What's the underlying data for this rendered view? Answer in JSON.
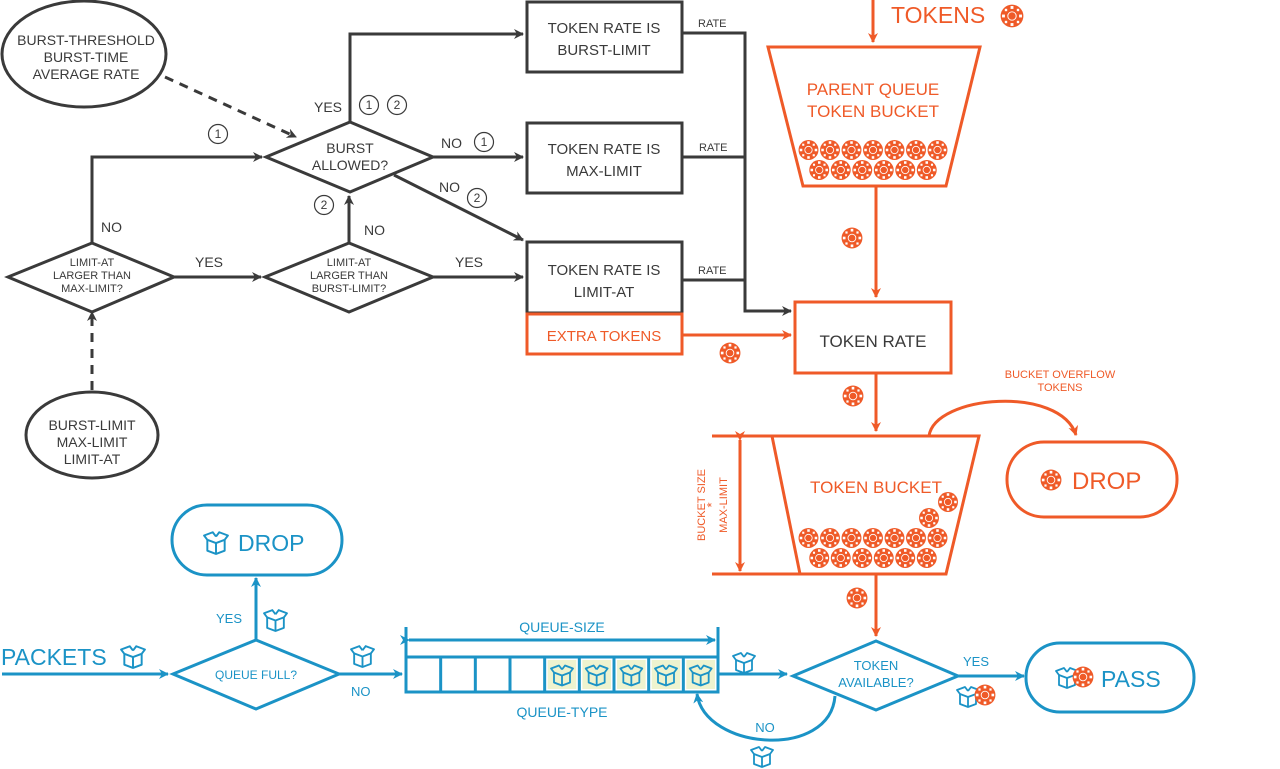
{
  "colors": {
    "dark": "#3a3a3a",
    "orange": "#ef5a28",
    "blue": "#1b93c6",
    "queue_fill": "#eef3cf"
  },
  "params": {
    "burst_params": [
      "BURST-THRESHOLD",
      "BURST-TIME",
      "AVERAGE RATE"
    ],
    "limit_params": [
      "BURST-LIMIT",
      "MAX-LIMIT",
      "LIMIT-AT"
    ]
  },
  "decisions": {
    "burst_allowed": [
      "BURST",
      "ALLOWED?"
    ],
    "limit_at_vs_max": [
      "LIMIT-AT",
      "LARGER THAN",
      "MAX-LIMIT?"
    ],
    "limit_at_vs_burst": [
      "LIMIT-AT",
      "LARGER THAN",
      "BURST-LIMIT?"
    ],
    "queue_full": "QUEUE FULL?",
    "token_available": [
      "TOKEN",
      "AVAILABLE?"
    ]
  },
  "boxes": {
    "rate_burst": [
      "TOKEN RATE IS",
      "BURST-LIMIT"
    ],
    "rate_max": [
      "TOKEN RATE IS",
      "MAX-LIMIT"
    ],
    "rate_limit_at": [
      "TOKEN RATE IS",
      "LIMIT-AT"
    ],
    "extra_tokens": "EXTRA TOKENS",
    "token_rate": "TOKEN RATE"
  },
  "labels": {
    "yes": "YES",
    "no": "NO",
    "rate": "RATE",
    "one": "1",
    "two": "2",
    "tokens": "TOKENS",
    "parent_bucket": [
      "PARENT QUEUE",
      "TOKEN BUCKET"
    ],
    "token_bucket": "TOKEN BUCKET",
    "bucket_size": "BUCKET SIZE",
    "bucket_size_mult": "*",
    "bucket_size_limit": "MAX-LIMIT",
    "overflow": [
      "BUCKET OVERFLOW",
      "TOKENS"
    ],
    "drop": "DROP",
    "pass": "PASS",
    "packets": "PACKETS",
    "queue_size": "QUEUE-SIZE",
    "queue_type": "QUEUE-TYPE"
  },
  "queue": {
    "slots_total": 9,
    "slots_filled": 5
  },
  "buckets": {
    "parent_tokens_rows": [
      7,
      6
    ],
    "child_tokens_rows": [
      7,
      6
    ],
    "child_extra_tokens": 2
  }
}
